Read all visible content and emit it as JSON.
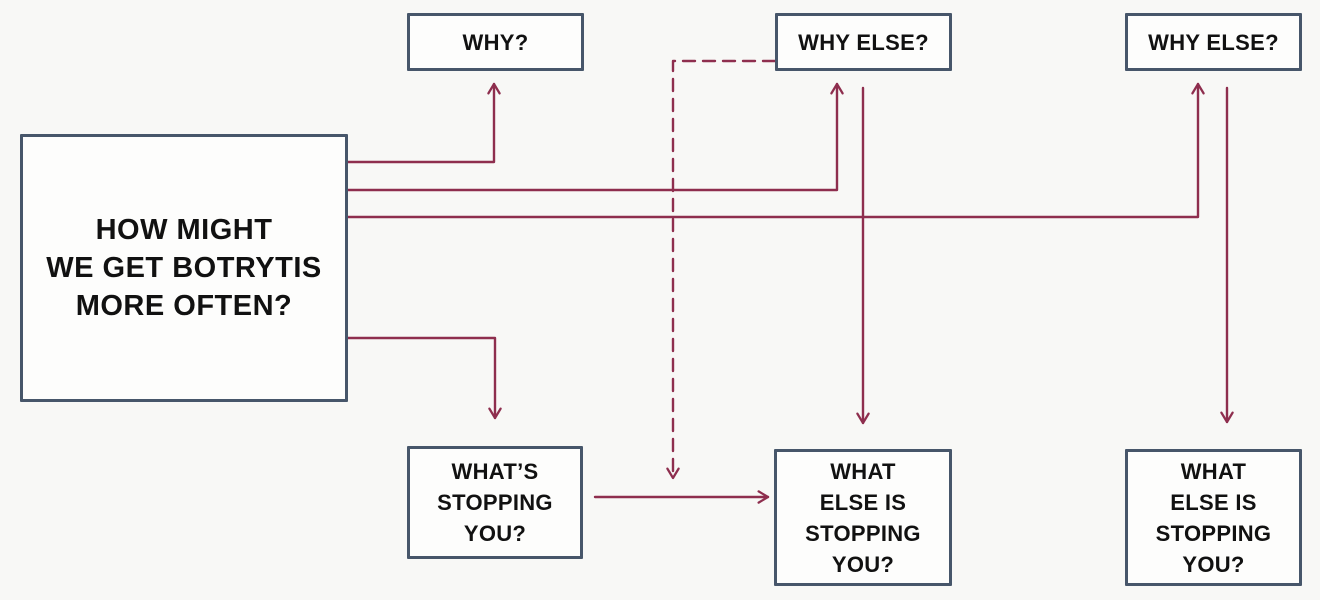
{
  "diagram": {
    "colors": {
      "background": "#f8f8f6",
      "box_fill": "#fdfdfc",
      "box_border": "#47566a",
      "arrow": "#8e2e4e",
      "text": "#111111"
    },
    "nodes": {
      "hmw": {
        "label": "HOW MIGHT\nWE GET BOTRYTIS\nMORE OFTEN?"
      },
      "why1": {
        "label": "WHY?"
      },
      "why2": {
        "label": "WHY ELSE?"
      },
      "why3": {
        "label": "WHY ELSE?"
      },
      "stop1": {
        "label": "WHAT’S\nSTOPPING\nYOU?"
      },
      "stop2": {
        "label": "WHAT\nELSE IS\nSTOPPING\nYOU?"
      },
      "stop3": {
        "label": "WHAT\nELSE IS\nSTOPPING\nYOU?"
      }
    },
    "edges": [
      {
        "from": "hmw",
        "to": "why1",
        "style": "solid"
      },
      {
        "from": "hmw",
        "to": "why2",
        "style": "solid"
      },
      {
        "from": "hmw",
        "to": "why3",
        "style": "solid"
      },
      {
        "from": "hmw",
        "to": "stop1",
        "style": "solid"
      },
      {
        "from": "why2",
        "to": "stop1-stop2-connector",
        "style": "dashed"
      },
      {
        "from": "why2",
        "to": "stop2",
        "style": "solid"
      },
      {
        "from": "stop1",
        "to": "stop2",
        "style": "solid"
      },
      {
        "from": "why3",
        "to": "stop3",
        "style": "solid"
      }
    ]
  }
}
